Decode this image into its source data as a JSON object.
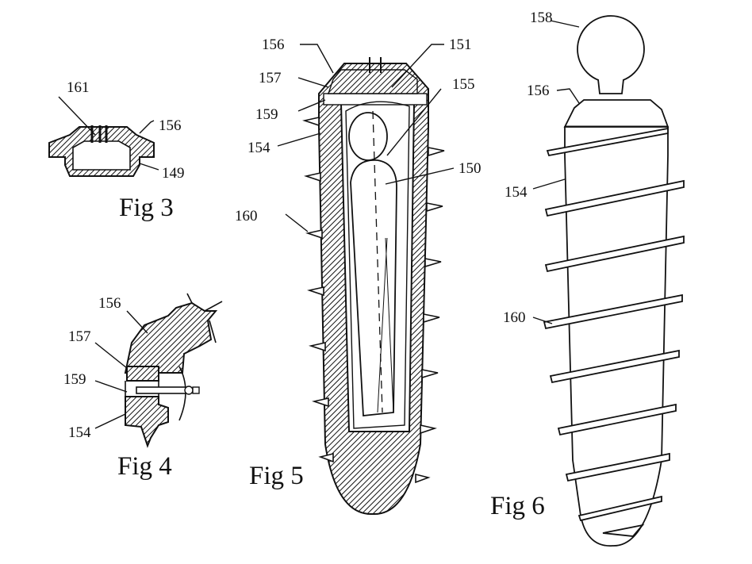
{
  "figures": [
    {
      "id": "fig3",
      "caption": "Fig 3",
      "labels": [
        "161",
        "156",
        "149"
      ]
    },
    {
      "id": "fig4",
      "caption": "Fig 4",
      "labels": [
        "156",
        "157",
        "159",
        "154"
      ]
    },
    {
      "id": "fig5",
      "caption": "Fig 5",
      "labels": [
        "156",
        "151",
        "157",
        "155",
        "159",
        "154",
        "150",
        "160"
      ]
    },
    {
      "id": "fig6",
      "caption": "Fig 6",
      "labels": [
        "158",
        "156",
        "154",
        "160"
      ]
    }
  ],
  "colors": {
    "ink": "#111111",
    "paper": "#ffffff"
  }
}
